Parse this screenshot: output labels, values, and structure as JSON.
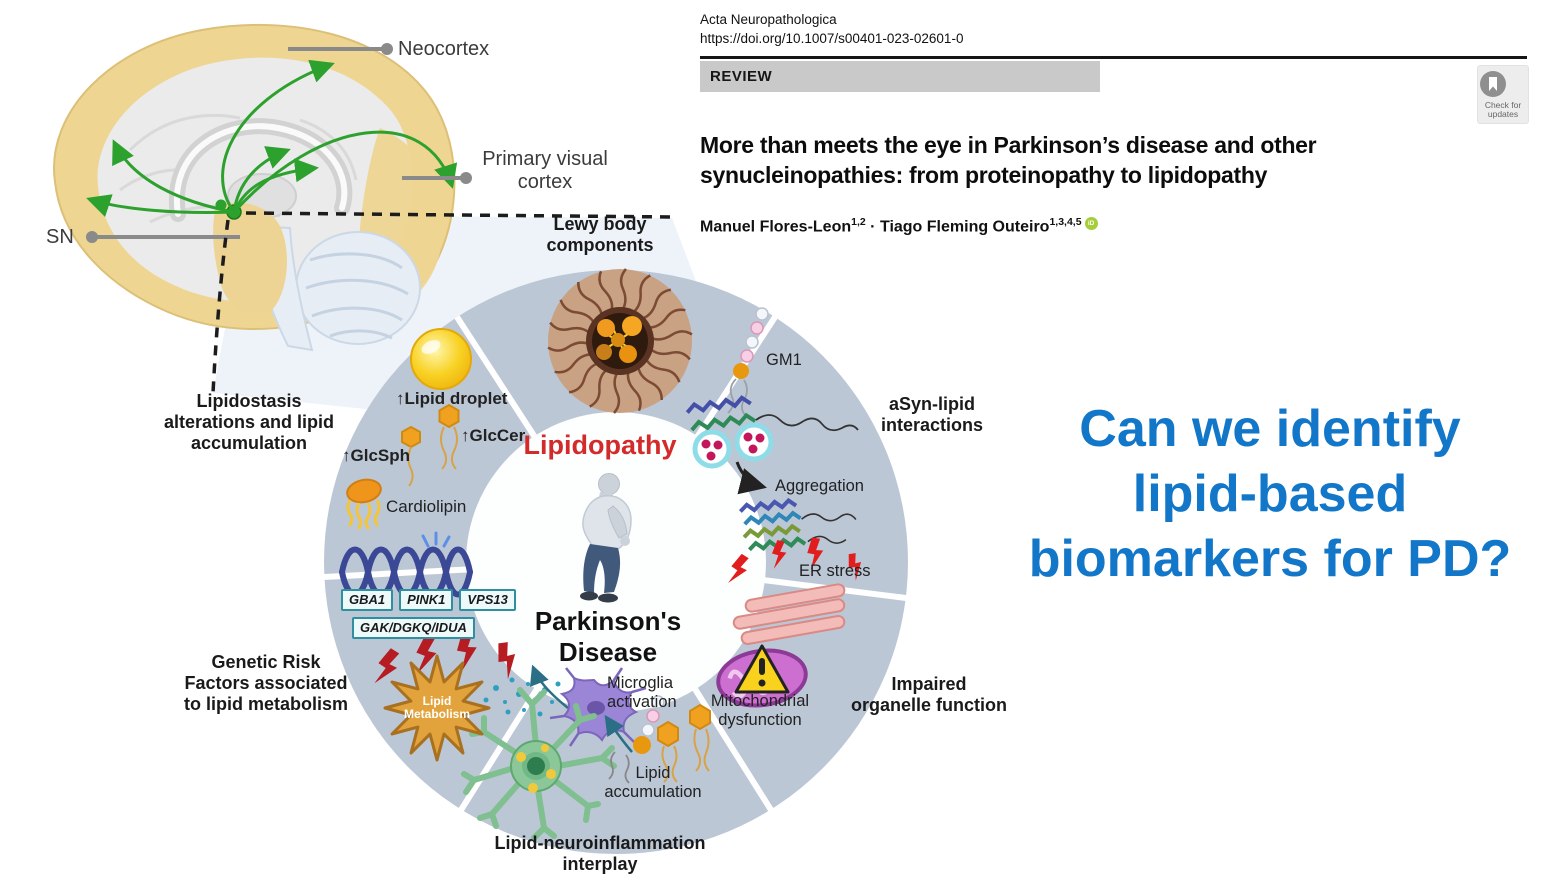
{
  "paper": {
    "journal": "Acta Neuropathologica",
    "doi": "https://doi.org/10.1007/s00401-023-02601-0",
    "review_label": "REVIEW",
    "title": "More than meets the eye in Parkinson’s disease and other\nsynucleinopathies: from proteinopathy to lipidopathy",
    "authors": {
      "name1": "Manuel Flores-Leon",
      "sup1": "1,2",
      "sep": " · ",
      "name2": "Tiago Fleming Outeiro",
      "sup2": "1,3,4,5",
      "orcid_label": "iD"
    },
    "check_updates": "Check for\nupdates"
  },
  "brain": {
    "neocortex": "Neocortex",
    "primary_visual_cortex": "Primary visual\ncortex",
    "sn": "SN"
  },
  "diagram": {
    "center": {
      "tag": "Lipidopathy",
      "title": "Parkinson's\nDisease"
    },
    "outer_labels": {
      "lewy": "Lewy body\ncomponents",
      "asyn": "aSyn-lipid\ninteractions",
      "organelle": "Impaired\norganelle function",
      "neuro": "Lipid-neuroinflammation\ninterplay",
      "genetic": "Genetic Risk\nFactors associated\nto lipid metabolism",
      "lipidostasis": "Lipidostasis\nalterations and lipid\naccumulation"
    },
    "annotations": {
      "gm1": "GM1",
      "aggregation": "Aggregation",
      "er_stress": "ER stress",
      "mitochondrial": "Mitochondrial\ndysfunction",
      "microglia": "Microglia\nactivation",
      "lipid_accumulation": "Lipid\naccumulation",
      "lipid_droplet": "↑Lipid droplet",
      "glccer": "↑GlcCer",
      "glcsph": "↑GlcSph",
      "cardiolipin": "Cardiolipin"
    },
    "genes": [
      "GBA1",
      "PINK1",
      "VPS13",
      "GAK/DGKQ/IDUA"
    ],
    "star_label": "Lipid\nMetabolism"
  },
  "question": {
    "text": "Can we identify\nlipid-based\nbiomarkers for PD?"
  },
  "colors": {
    "accent_blue": "#1277C8",
    "lipidopathy_red": "#D32B2B",
    "ring_fill": "#BCC7D6",
    "cortex_yellow": "#EED592",
    "gene_box_border": "#2E8FA0",
    "star_orange": "#E2A33C"
  }
}
